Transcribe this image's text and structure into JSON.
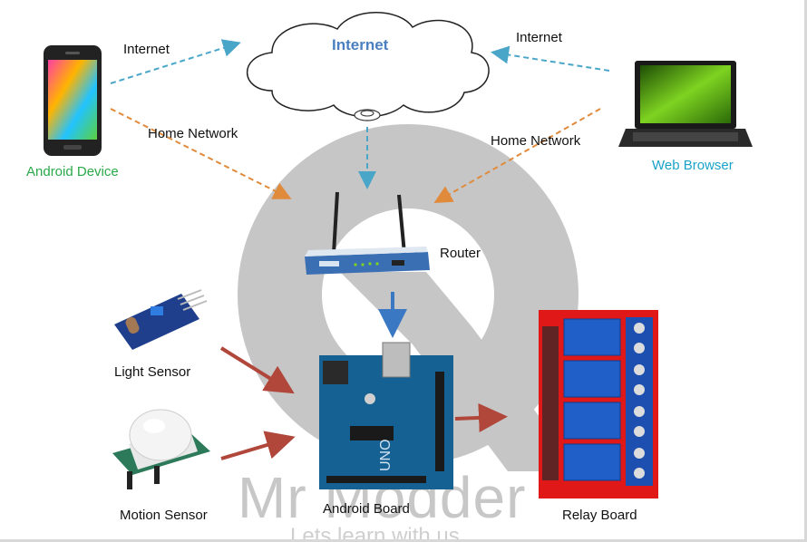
{
  "diagram": {
    "cloud_label": "Internet",
    "labels": {
      "internet_left": "Internet",
      "internet_right": "Internet",
      "home_network_left": "Home Network",
      "home_network_right": "Home Network",
      "android_device": "Android Device",
      "web_browser": "Web Browser",
      "router": "Router",
      "light_sensor": "Light Sensor",
      "motion_sensor": "Motion Sensor",
      "android_board": "Android Board",
      "relay_board": "Relay Board"
    },
    "watermark": {
      "title": "Mr Modder",
      "subtitle": "Lets learn with us"
    },
    "colors": {
      "internet_arrow": "#4aa6c9",
      "home_arrow": "#e08a3c",
      "router_arrow": "#3a78c4",
      "sensor_arrow": "#b0473a",
      "android_label": "#2aa84a",
      "browser_label": "#1aa3c8",
      "cloud_text": "#4a7fc0"
    },
    "icons": [
      "smartphone-icon",
      "laptop-icon",
      "cloud-icon",
      "router-icon",
      "light-sensor-icon",
      "motion-sensor-icon",
      "arduino-board-icon",
      "relay-board-icon"
    ]
  }
}
